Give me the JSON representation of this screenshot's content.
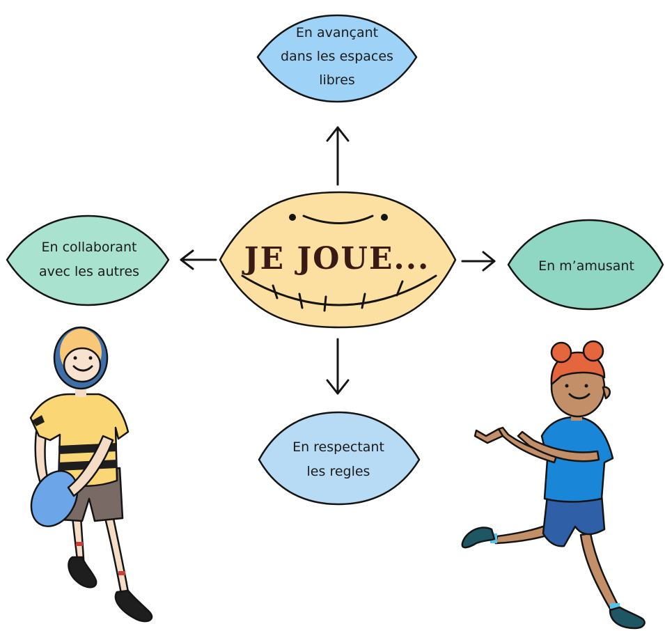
{
  "center": {
    "title": "JE JOUE..."
  },
  "bubbles": {
    "top": {
      "lines": [
        "En avançant",
        "dans les espaces",
        "libres"
      ]
    },
    "left": {
      "lines": [
        "En collaborant",
        "avec les autres"
      ]
    },
    "right": {
      "lines": [
        "En m’amusant"
      ]
    },
    "bottom": {
      "lines": [
        "En respectant",
        "les regles"
      ]
    }
  },
  "colors": {
    "center_fill": "#FBE0A1",
    "top_fill": "#9ED3F7",
    "left_fill": "#A9E2CF",
    "right_fill": "#8FD7C3",
    "bottom_fill": "#B7DAF5"
  }
}
